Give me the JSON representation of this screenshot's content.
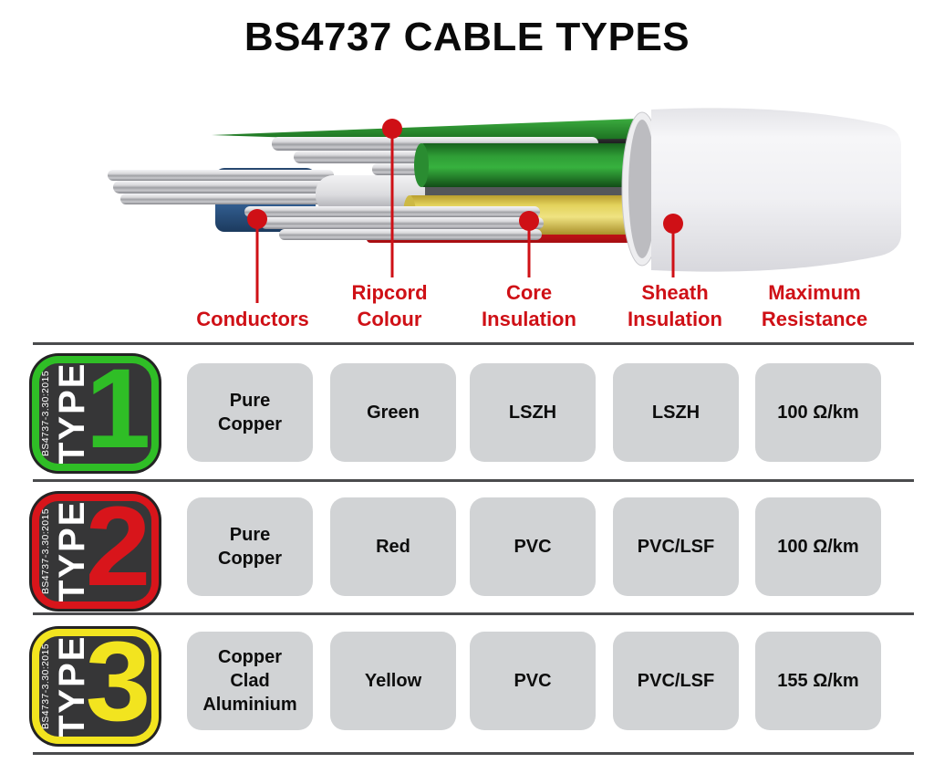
{
  "title": "BS4737 CABLE TYPES",
  "accent_red": "#cf1016",
  "diagram": {
    "callouts": [
      {
        "label": "Conductors"
      },
      {
        "label": "Ripcord Colour"
      },
      {
        "label": "Core Insulation"
      },
      {
        "label": "Sheath Insulation"
      },
      {
        "label": "Maximum Resistance"
      }
    ],
    "cable_colors": {
      "sheath_white": "#ededef",
      "core_insulation_green": "#2f9e36",
      "core_insulation_yellow": "#e3d25c",
      "ripcord_black": "#1c1c1e",
      "band_red": "#cf1016",
      "wrap_blue": "#3a6ba3",
      "conductor_silver": "#b9b9bd"
    }
  },
  "table": {
    "rows": [
      {
        "standard": "BS4737-3.30:2015",
        "type_word": "TYPE",
        "type_number": "1",
        "accent": "#2fbe26",
        "values": [
          "Pure Copper",
          "Green",
          "LSZH",
          "LSZH",
          "100 Ω/km"
        ]
      },
      {
        "standard": "BS4737-3.30:2015",
        "type_word": "TYPE",
        "type_number": "2",
        "accent": "#d8151b",
        "values": [
          "Pure Copper",
          "Red",
          "PVC",
          "PVC/LSF",
          "100 Ω/km"
        ]
      },
      {
        "standard": "BS4737-3.30:2015",
        "type_word": "TYPE",
        "type_number": "3",
        "accent": "#f2e41f",
        "values": [
          "Copper Clad Aluminium",
          "Yellow",
          "PVC",
          "PVC/LSF",
          "155 Ω/km"
        ]
      }
    ]
  }
}
